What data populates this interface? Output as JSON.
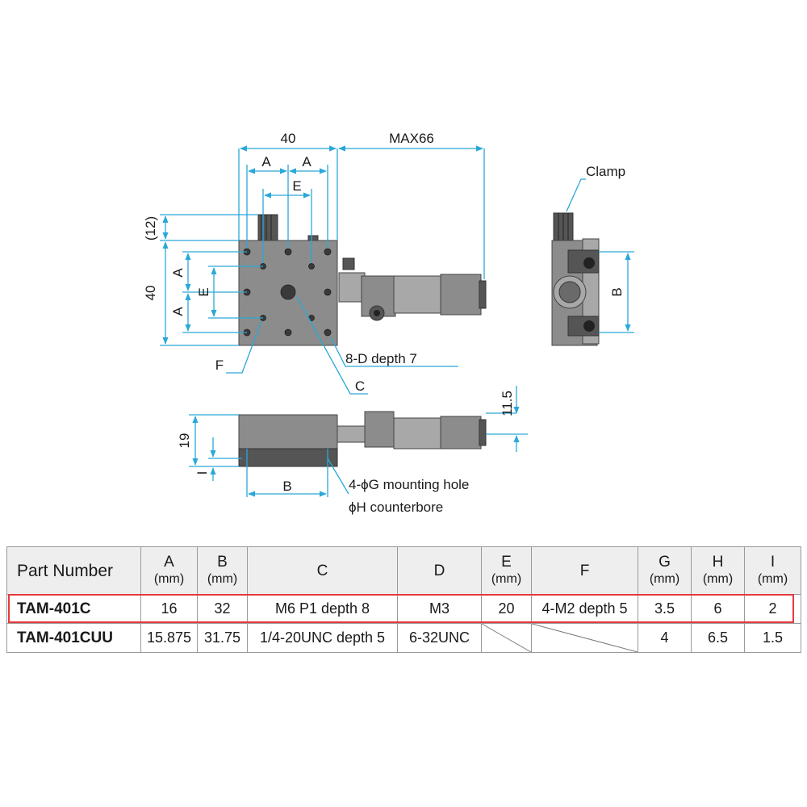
{
  "drawing": {
    "dim_width": "40",
    "dim_max": "MAX66",
    "dim_a_left": "A",
    "dim_a_right": "A",
    "dim_e_top": "E",
    "dim_12": "(12)",
    "dim_40_side": "40",
    "dim_a_side_top": "A",
    "dim_a_side_bottom": "A",
    "dim_e_side": "E",
    "label_f": "F",
    "label_holes": "8-D depth 7",
    "label_c": "C",
    "label_clamp": "Clamp",
    "dim_b_right": "B",
    "dim_11_5": "11.5",
    "dim_19": "19",
    "dim_i": "I",
    "dim_b_bottom": "B",
    "label_mount_1": "4-ϕG mounting hole",
    "label_mount_2": "ϕH counterbore",
    "accent_color": "#2aa8d8"
  },
  "table": {
    "headers": [
      {
        "label": "Part Number",
        "unit": ""
      },
      {
        "label": "A",
        "unit": "(mm)"
      },
      {
        "label": "B",
        "unit": "(mm)"
      },
      {
        "label": "C",
        "unit": ""
      },
      {
        "label": "D",
        "unit": ""
      },
      {
        "label": "E",
        "unit": "(mm)"
      },
      {
        "label": "F",
        "unit": ""
      },
      {
        "label": "G",
        "unit": "(mm)"
      },
      {
        "label": "H",
        "unit": "(mm)"
      },
      {
        "label": "I",
        "unit": "(mm)"
      }
    ],
    "rows": [
      {
        "part": "TAM-401C",
        "a": "16",
        "b": "32",
        "c": "M6 P1 depth 8",
        "d": "M3",
        "e": "20",
        "f": "4-M2 depth 5",
        "g": "3.5",
        "h": "6",
        "i": "2",
        "highlighted": true
      },
      {
        "part": "TAM-401CUU",
        "a": "15.875",
        "b": "31.75",
        "c": "1/4-20UNC depth 5",
        "d": "6-32UNC",
        "e": "",
        "f": "",
        "g": "4",
        "h": "6.5",
        "i": "1.5",
        "highlighted": false
      }
    ],
    "highlight_color": "#e8383d"
  }
}
